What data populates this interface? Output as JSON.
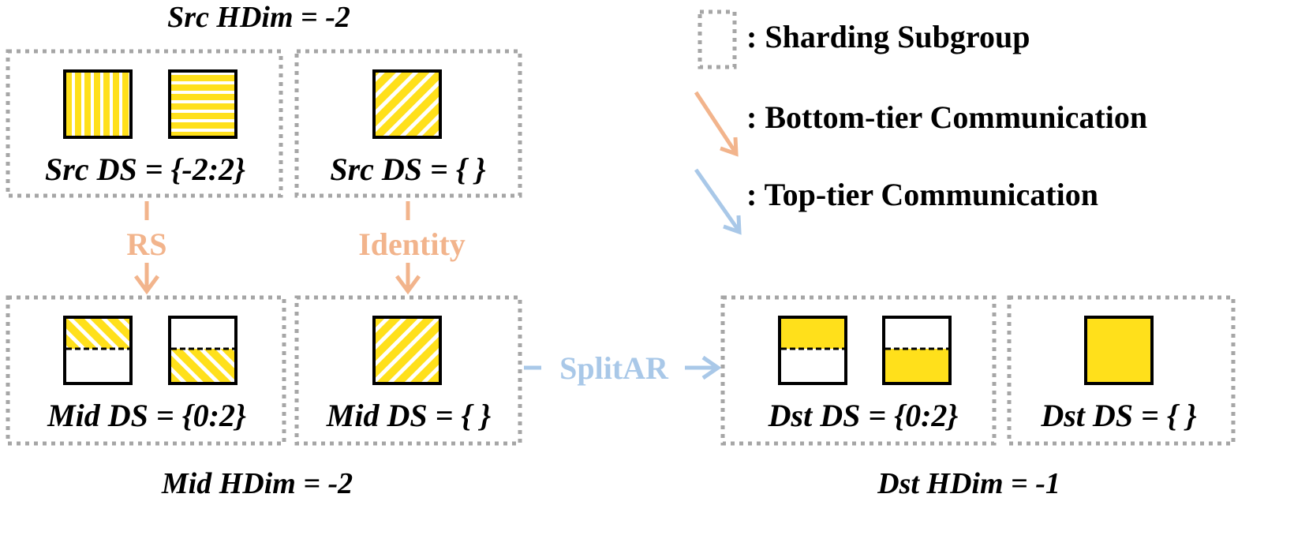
{
  "colors": {
    "tile_fill": "#FFE01B",
    "bottom_tier": "#F2B48C",
    "top_tier": "#A9C8E8",
    "group_border": "#A6A6A6",
    "text": "#000000"
  },
  "titles": {
    "src_hdim": "Src HDim = -2",
    "mid_hdim": "Mid HDim = -2",
    "dst_hdim": "Dst HDim = -1"
  },
  "groups": {
    "src_1": {
      "label": "Src DS = {-2:2}",
      "tiles": [
        "vertical-stripes",
        "horizontal-stripes"
      ]
    },
    "src_2": {
      "label": "Src DS = { }",
      "tiles": [
        "diagonal-stripes"
      ]
    },
    "mid_1": {
      "label": "Mid DS = {0:2}",
      "tiles": [
        "top-half-diagonal",
        "bottom-half-diagonal"
      ]
    },
    "mid_2": {
      "label": "Mid DS = { }",
      "tiles": [
        "diagonal-stripes"
      ]
    },
    "dst_1": {
      "label": "Dst DS = {0:2}",
      "tiles": [
        "top-half-solid",
        "bottom-half-solid"
      ]
    },
    "dst_2": {
      "label": "Dst DS = { }",
      "tiles": [
        "solid"
      ]
    }
  },
  "communications": {
    "rs": "RS",
    "identity": "Identity",
    "split_ar": "SplitAR"
  },
  "legend": {
    "sharding_subgroup": ": Sharding Subgroup",
    "bottom_tier": ": Bottom-tier Communication",
    "top_tier": ": Top-tier Communication"
  }
}
